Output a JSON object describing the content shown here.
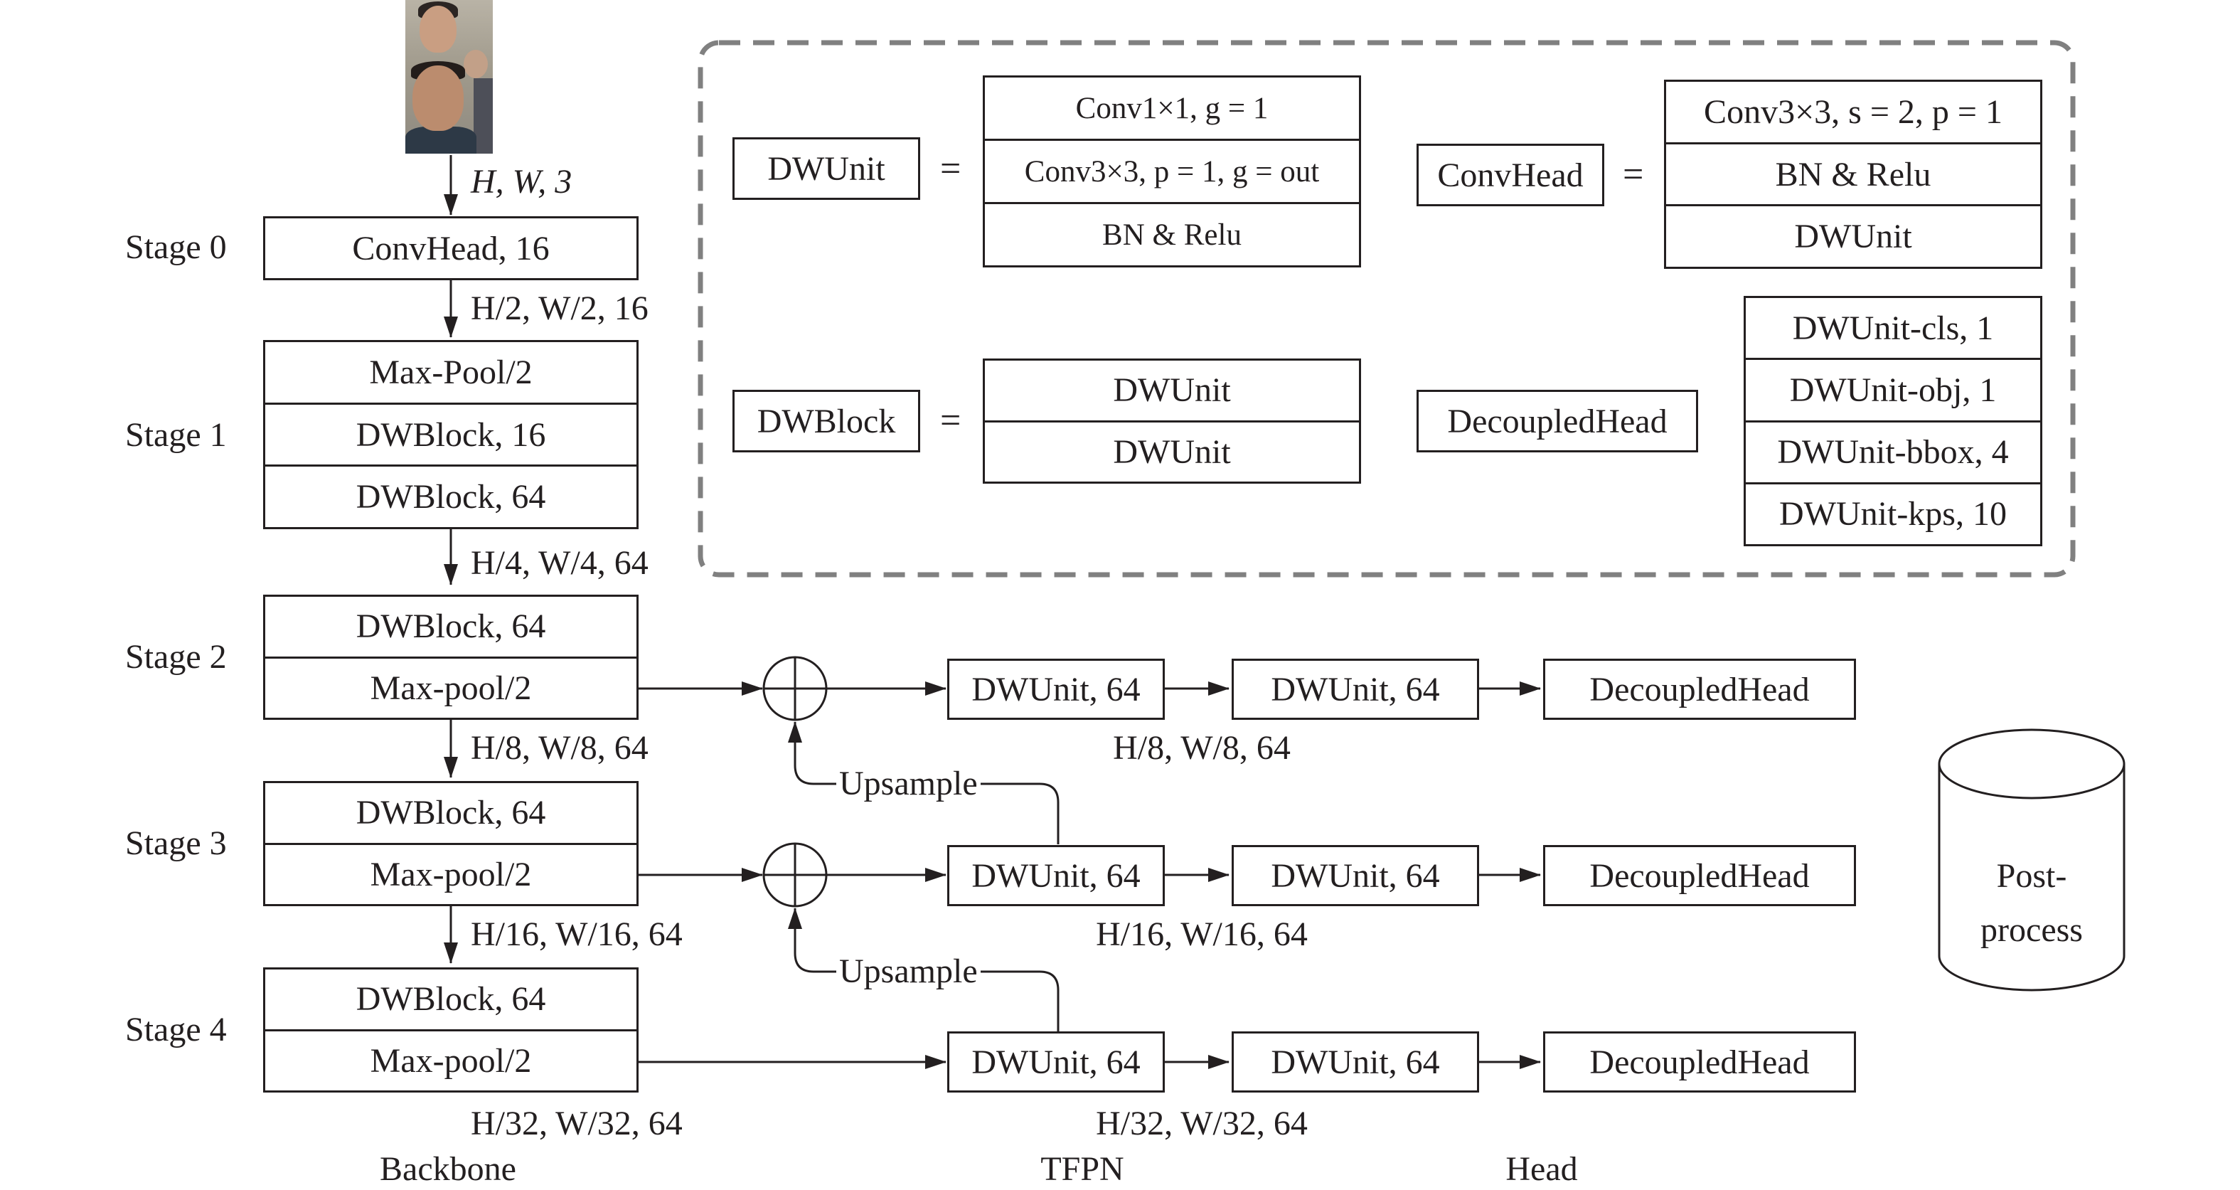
{
  "stages": {
    "s0": "Stage 0",
    "s1": "Stage 1",
    "s2": "Stage 2",
    "s3": "Stage 3",
    "s4": "Stage 4"
  },
  "backbone": {
    "stage0": {
      "row1": "ConvHead, 16"
    },
    "stage1": {
      "row1": "Max-Pool/2",
      "row2": "DWBlock, 16",
      "row3": "DWBlock, 64"
    },
    "stage2": {
      "row1": "DWBlock, 64",
      "row2": "Max-pool/2"
    },
    "stage3": {
      "row1": "DWBlock, 64",
      "row2": "Max-pool/2"
    },
    "stage4": {
      "row1": "DWBlock, 64",
      "row2": "Max-pool/2"
    }
  },
  "dims": {
    "input": "H, W, 3",
    "s0": "H/2, W/2, 16",
    "s1": "H/4, W/4, 64",
    "s2": "H/8, W/8, 64",
    "s3": "H/16, W/16, 64",
    "s4": "H/32, W/32, 64",
    "t1": "H/8, W/8, 64",
    "t2": "H/16, W/16, 64",
    "t3": "H/32, W/32, 64"
  },
  "tfpn": {
    "unit": "DWUnit, 64",
    "upsample": "Upsample"
  },
  "head": {
    "decoupled": "DecoupledHead",
    "postprocess_line1": "Post-",
    "postprocess_line2": "process"
  },
  "legend": {
    "dwunit": {
      "label": "DWUnit",
      "eq": "=",
      "rows": [
        "Conv1×1, g = 1",
        "Conv3×3, p = 1, g = out",
        "BN & Relu"
      ]
    },
    "convhead": {
      "label": "ConvHead",
      "eq": "=",
      "rows": [
        "Conv3×3, s = 2, p = 1",
        "BN & Relu",
        "DWUnit"
      ]
    },
    "dwblock": {
      "label": "DWBlock",
      "eq": "=",
      "rows": [
        "DWUnit",
        "DWUnit"
      ]
    },
    "decoupledhead": {
      "label": "DecoupledHead",
      "rows": [
        "DWUnit-cls, 1",
        "DWUnit-obj, 1",
        "DWUnit-bbox, 4",
        "DWUnit-kps, 10"
      ]
    }
  },
  "sections": {
    "backbone": "Backbone",
    "tfpn": "TFPN",
    "head": "Head"
  }
}
